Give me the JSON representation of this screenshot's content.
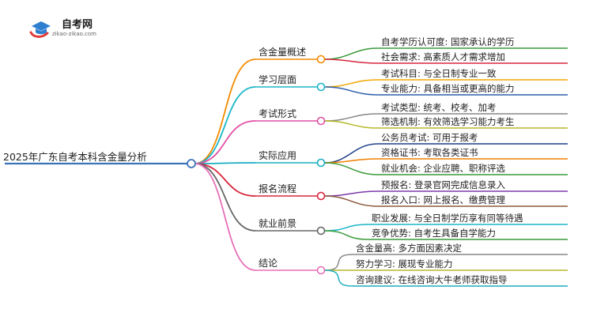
{
  "logo": {
    "title": "自考网",
    "url": "zikao-zikao.com",
    "icon": "graduation-cap-icon",
    "colors": {
      "cap": "#2f7fd0",
      "swoosh": "#e23b3b"
    }
  },
  "root": {
    "label": "2025年广东自考本科含金量分析",
    "color": "#3b73b9"
  },
  "branches": [
    {
      "label": "含金量概述",
      "color": "#f28a00",
      "children": [
        {
          "label": "自考学历认可度: 国家承认的学历",
          "color": "#3a9a3a"
        },
        {
          "label": "社会需求: 高素质人才需求增加",
          "color": "#d7263d"
        }
      ]
    },
    {
      "label": "学习层面",
      "color": "#1ab6c8",
      "children": [
        {
          "label": "考试科目: 与全日制专业一致",
          "color": "#f0a800"
        },
        {
          "label": "专业能力: 具备相当或更高的能力",
          "color": "#2c5fa8"
        }
      ]
    },
    {
      "label": "考试形式",
      "color": "#e24fa5",
      "children": [
        {
          "label": "考试类型: 统考、校考、加考",
          "color": "#888888"
        },
        {
          "label": "筛选机制: 有效筛选学习能力考生",
          "color": "#b5b82a"
        }
      ]
    },
    {
      "label": "实际应用",
      "color": "#1aaec0",
      "children": [
        {
          "label": "公务员考试: 可用于报考",
          "color": "#1e3f8a"
        },
        {
          "label": "资格证书: 考取各类证书",
          "color": "#f07f00"
        },
        {
          "label": "就业机会: 企业应聘、职称评选",
          "color": "#3a9a3a"
        }
      ]
    },
    {
      "label": "报名流程",
      "color": "#d7263d",
      "children": [
        {
          "label": "预报名: 登录官网完成信息录入",
          "color": "#7b3aa8"
        },
        {
          "label": "报名入口: 网上报名、缴费管理",
          "color": "#8b5a3c"
        }
      ]
    },
    {
      "label": "就业前景",
      "color": "#666666",
      "children": [
        {
          "label": "职业发展: 与全日制学历享有同等待遇",
          "color": "#1ab6c8"
        },
        {
          "label": "竞争优势: 自考生具备自学能力",
          "color": "#3a9a3a"
        }
      ]
    },
    {
      "label": "结论",
      "color": "#e76fb8",
      "children": [
        {
          "label": "含金量高: 多方面因素决定",
          "color": "#888888"
        },
        {
          "label": "努力学习: 展现专业能力",
          "color": "#b5b82a"
        },
        {
          "label": "咨询建议: 在线咨询大牛老师获取指导",
          "color": "#1aaec0"
        }
      ]
    }
  ]
}
